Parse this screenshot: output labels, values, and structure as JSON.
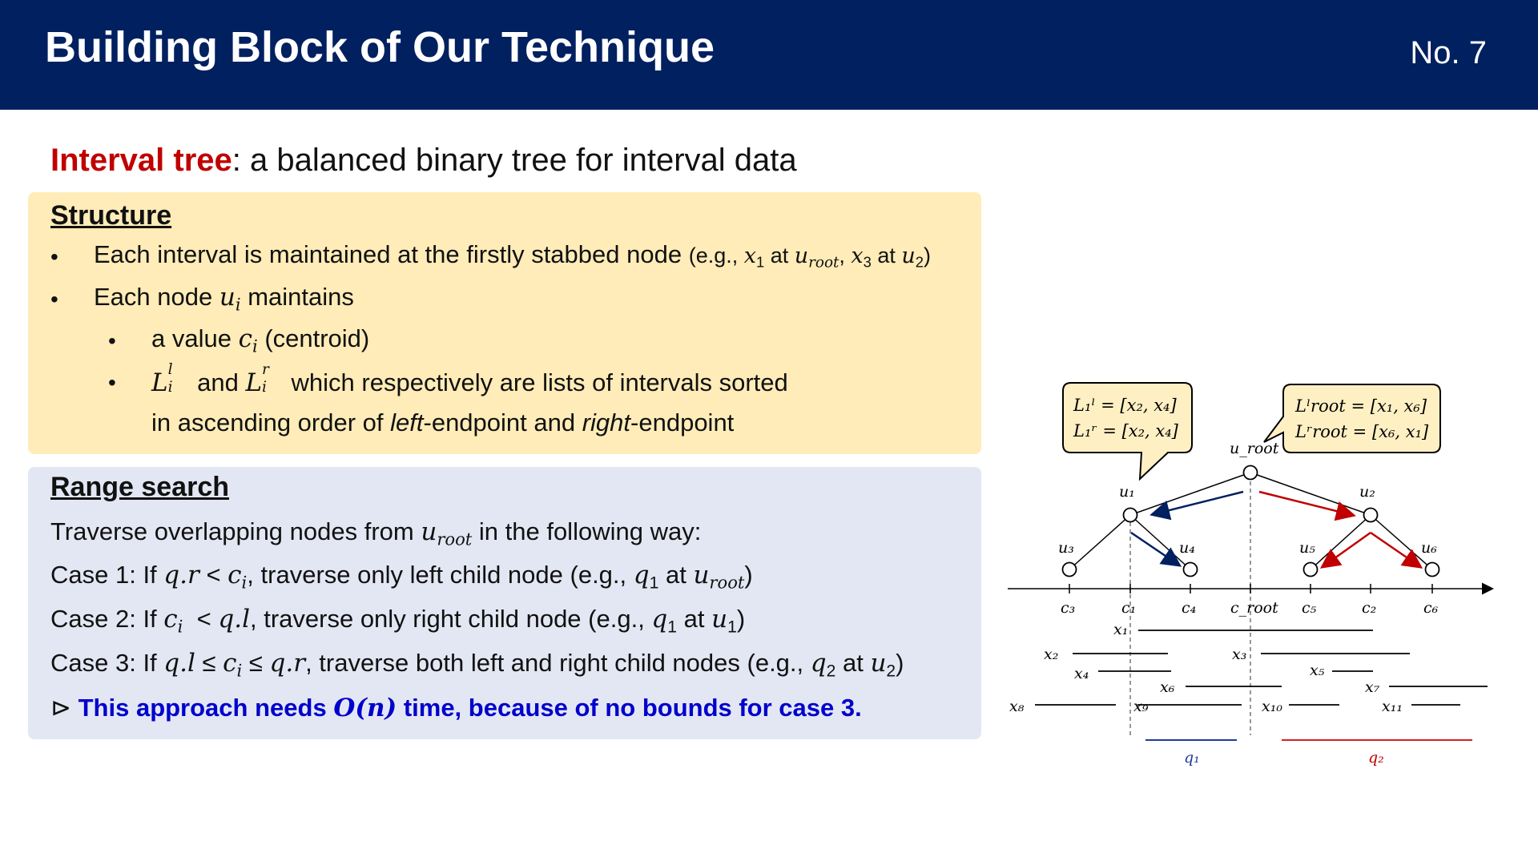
{
  "slide": {
    "title": "Building Block of Our Technique",
    "number": "No.  7"
  },
  "heading": {
    "keyword": "Interval tree",
    "rest": ": a balanced binary tree for interval data"
  },
  "structure": {
    "title": "Structure",
    "bullet1": {
      "text": "Each interval is maintained at the firstly stabbed node",
      "example": "(e.g., x₁ at u_root, x₃ at u₂)"
    },
    "bullet2": {
      "pre": "Each node ",
      "var": "u",
      "var_sub": "i",
      "post": " maintains"
    },
    "sub1": {
      "pre": "a value ",
      "var": "c",
      "var_sub": "i",
      "post": " (centroid)"
    },
    "sub2": {
      "text1": " and ",
      "text2": " which respectively are lists of intervals sorted",
      "line2_pre": "in ascending order of ",
      "left": "left",
      "mid": "-endpoint and ",
      "right": "right",
      "end": "-endpoint"
    }
  },
  "search": {
    "title": "Range search",
    "intro_pre": "Traverse overlapping nodes from ",
    "intro_post": " in the following way:",
    "case1_pre": "Case 1: If ",
    "case1_mid": ", traverse only left child node (e.g., ",
    "case2_pre": "Case 2: If ",
    "case2_mid": ", traverse only right child node (e.g., ",
    "case3_pre": "Case 3: If ",
    "case3_mid": ", traverse both left and right child nodes (e.g., ",
    "at": " at ",
    "close": ")",
    "conclusion_symbol": "⊳",
    "conclusion_pre": "This approach needs ",
    "conclusion_math": "O(n)",
    "conclusion_post": " time, because of no bounds for case 3."
  },
  "diagram": {
    "callout_left": [
      "L₁ˡ = [x₂, x₄]",
      "L₁ʳ = [x₂, x₄]"
    ],
    "callout_right": [
      "Lˡroot = [x₁, x₆]",
      "Lʳroot = [x₆, x₁]"
    ],
    "nodes": [
      "u_root",
      "u₁",
      "u₂",
      "u₃",
      "u₄",
      "u₅",
      "u₆"
    ],
    "ticks": [
      "c₃",
      "c₁",
      "c₄",
      "c_root",
      "c₅",
      "c₂",
      "c₆"
    ],
    "intervals": [
      "x₁",
      "x₂",
      "x₃",
      "x₄",
      "x₅",
      "x₆",
      "x₇",
      "x₈",
      "x₉",
      "x₁₀",
      "x₁₁"
    ],
    "queries": [
      "q₁",
      "q₂"
    ],
    "colors": {
      "navy": "#002060",
      "red": "#c00000",
      "query1": "#1f3d99",
      "query2": "#d81f1f"
    }
  }
}
